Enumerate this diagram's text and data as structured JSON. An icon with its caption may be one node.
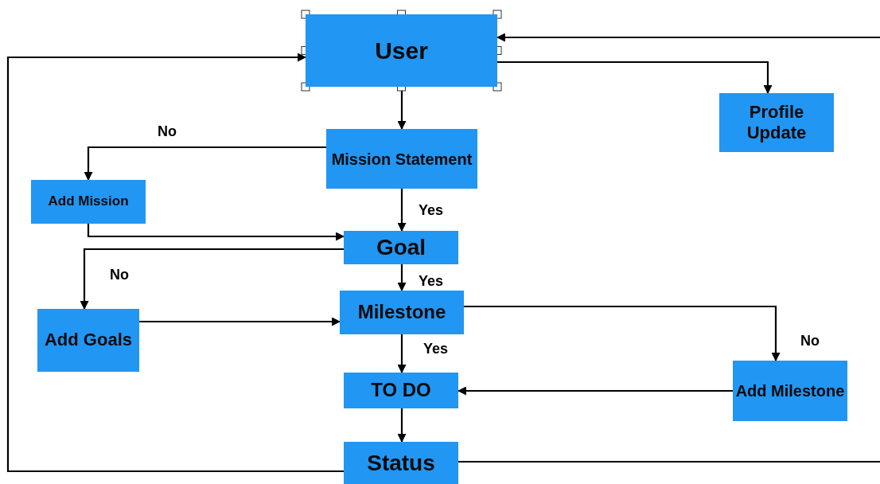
{
  "diagram": {
    "nodes": [
      {
        "text": [
          "User"
        ]
      },
      {
        "text": [
          "Profile Update"
        ]
      },
      {
        "text": [
          "Mission Statement"
        ]
      },
      {
        "text": [
          "Add Mission"
        ]
      },
      {
        "text": [
          "Goal"
        ]
      },
      {
        "text": [
          "Add Goals"
        ]
      },
      {
        "text": [
          "Milestone"
        ]
      },
      {
        "text": [
          "TO DO"
        ]
      },
      {
        "text": [
          "Add Milestone"
        ]
      },
      {
        "text": [
          "Status"
        ]
      }
    ],
    "edges": [
      {
        "from": 0,
        "to": 2,
        "arrow": "to"
      },
      {
        "from": 0,
        "to": 1,
        "arrow": "to"
      },
      {
        "from": 2,
        "to": 3,
        "arrow": "to",
        "label": "No"
      },
      {
        "from": 2,
        "to": 4,
        "arrow": "to",
        "label": "Yes"
      },
      {
        "from": 3,
        "to": 4,
        "arrow": "to"
      },
      {
        "from": 4,
        "to": 5,
        "arrow": "to",
        "label": "No"
      },
      {
        "from": 4,
        "to": 6,
        "arrow": "to",
        "label": "Yes"
      },
      {
        "from": 5,
        "to": 6,
        "arrow": "to"
      },
      {
        "from": 6,
        "to": 8,
        "arrow": "to",
        "label": "No"
      },
      {
        "from": 6,
        "to": 7,
        "arrow": "to",
        "label": "Yes"
      },
      {
        "from": 8,
        "to": 7,
        "arrow": "to"
      },
      {
        "from": 7,
        "to": 9,
        "arrow": "to"
      },
      {
        "from": 9,
        "to": 0,
        "arrow": "to"
      },
      {
        "from": 9,
        "to": null,
        "arrow": "none"
      },
      {
        "from": null,
        "to": 0,
        "arrow": "to"
      }
    ]
  }
}
